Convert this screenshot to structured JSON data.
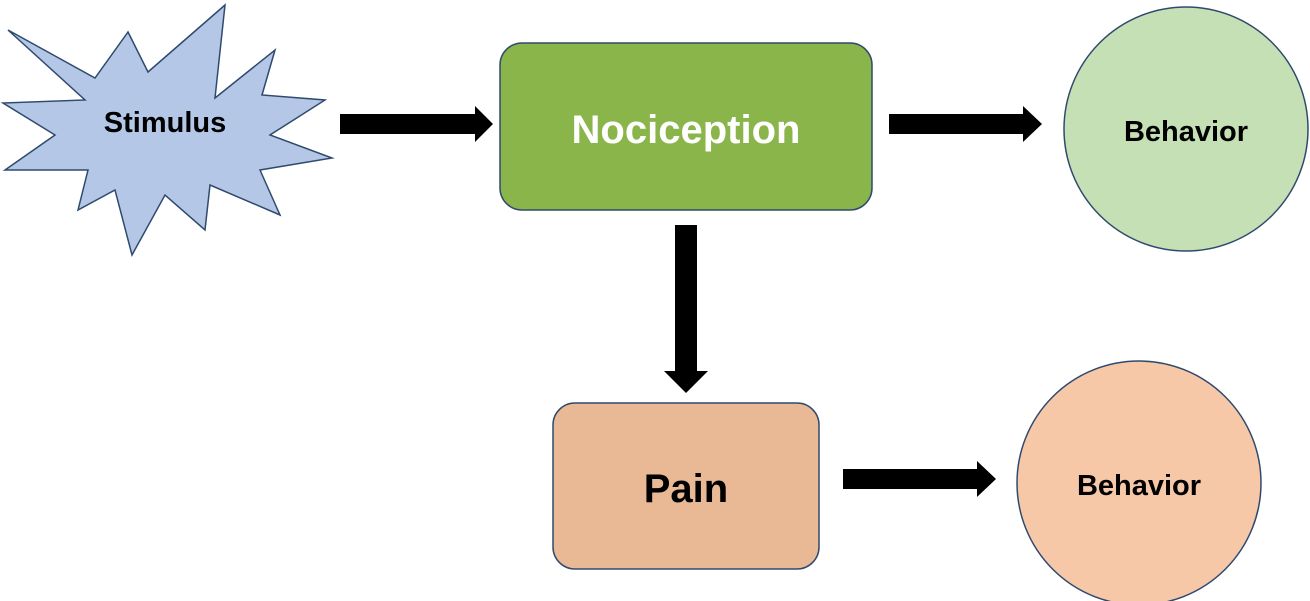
{
  "nodes": {
    "stimulus": {
      "label": "Stimulus",
      "fill": "#b4c7e7",
      "stroke": "#2f4a6e"
    },
    "nociception": {
      "label": "Nociception",
      "fill": "#8ab54b",
      "stroke": "#2f4a6e",
      "text_color": "#ffffff"
    },
    "behavior_top": {
      "label": "Behavior",
      "fill": "#c5e0b4",
      "stroke": "#2f4a6e"
    },
    "pain": {
      "label": "Pain",
      "fill": "#e9b894",
      "stroke": "#2f4a6e"
    },
    "behavior_bottom": {
      "label": "Behavior",
      "fill": "#f6c8a8",
      "stroke": "#2f4a6e"
    }
  },
  "edges": [
    {
      "from": "stimulus",
      "to": "nociception"
    },
    {
      "from": "nociception",
      "to": "behavior_top"
    },
    {
      "from": "nociception",
      "to": "pain"
    },
    {
      "from": "pain",
      "to": "behavior_bottom"
    }
  ],
  "colors": {
    "arrow": "#000000",
    "background": "#ffffff"
  }
}
